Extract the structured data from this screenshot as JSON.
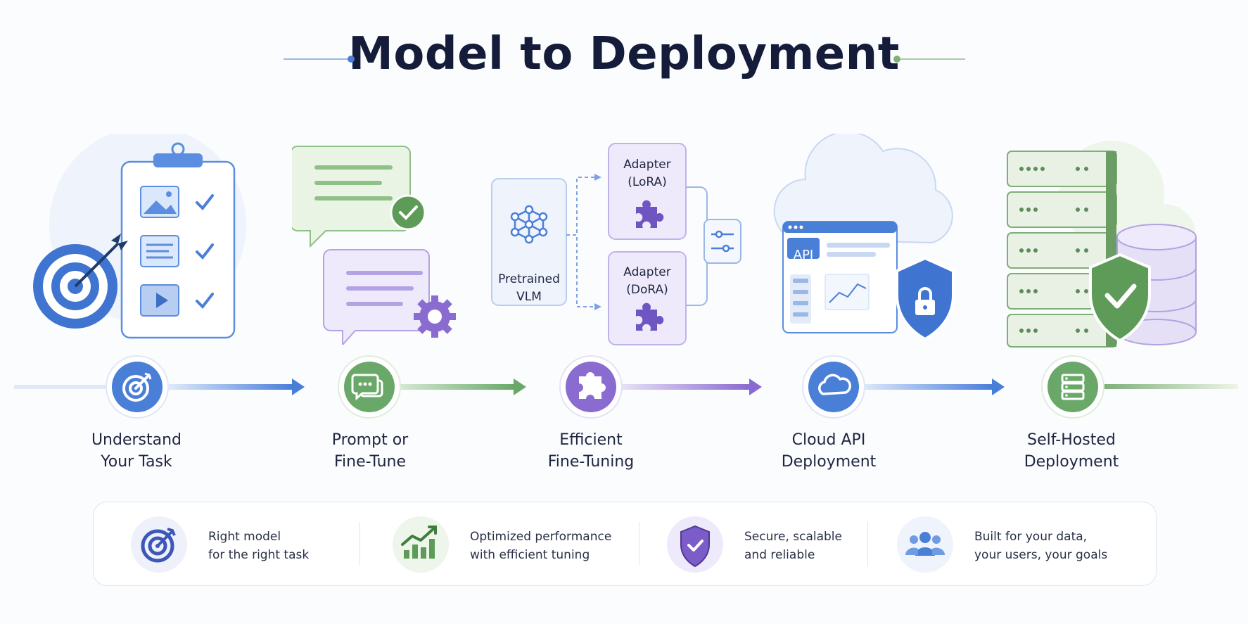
{
  "title": "Model to Deployment",
  "colors": {
    "blue": "#4a7fd8",
    "green": "#6aa86a",
    "purple": "#8a6bcf",
    "navy": "#141c3a"
  },
  "illustrations": {
    "pretrained": [
      "Pretrained",
      "VLM"
    ],
    "adapter_lora": [
      "Adapter",
      "(LoRA)"
    ],
    "adapter_dora": [
      "Adapter",
      "(DoRA)"
    ],
    "api_label": "API"
  },
  "steps": [
    {
      "line1": "Understand",
      "line2": "Your Task",
      "icon": "target-icon",
      "color": "blue"
    },
    {
      "line1": "Prompt or",
      "line2": "Fine-Tune",
      "icon": "chat-bubbles-icon",
      "color": "green"
    },
    {
      "line1": "Efficient",
      "line2": "Fine-Tuning",
      "icon": "puzzle-icon",
      "color": "purple"
    },
    {
      "line1": "Cloud API",
      "line2": "Deployment",
      "icon": "cloud-icon",
      "color": "blue"
    },
    {
      "line1": "Self-Hosted",
      "line2": "Deployment",
      "icon": "server-icon",
      "color": "green"
    }
  ],
  "summary": [
    {
      "line1": "Right model",
      "line2": "for the right task",
      "icon": "target-icon"
    },
    {
      "line1": "Optimized performance",
      "line2": "with efficient tuning",
      "icon": "growth-chart-icon"
    },
    {
      "line1": "Secure, scalable",
      "line2": "and reliable",
      "icon": "shield-check-icon"
    },
    {
      "line1": "Built for your data,",
      "line2": "your users, your goals",
      "icon": "users-icon"
    }
  ]
}
